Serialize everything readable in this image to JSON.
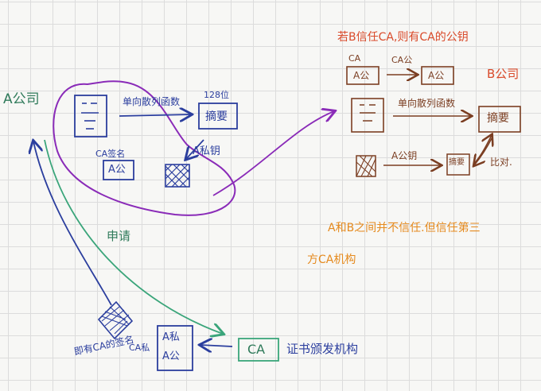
{
  "colors": {
    "blue": "#2b3e9e",
    "purple": "#8a2bb8",
    "green": "#3aa57a",
    "brown": "#7b3e22",
    "red": "#d94a2a",
    "orange": "#e58a1e"
  },
  "left": {
    "company_a": "A公司",
    "hash_function": "单向散列函数",
    "bits_128": "128位",
    "digest": "摘要",
    "ca_signature": "CA签名",
    "a_pub": "A公",
    "a_private_key": "A私钥",
    "apply": "申请",
    "ca_box": "CA",
    "ca_authority": "证书颁发机构",
    "cert_a_private": "A私",
    "cert_a_public": "A公",
    "ca_private": "CA私",
    "ca_sign_note": "即有CA的签名"
  },
  "right": {
    "title": "若B信任CA,则有CA的公钥",
    "ca_label": "CA",
    "ca_pub_arrow": "CA公",
    "box_a_pub_1": "A公",
    "box_a_pub_2": "A公",
    "company_b": "B公司",
    "hash_function": "单向散列函数",
    "digest": "摘要",
    "a_pub_key": "A公钥",
    "digest_small": "摘要",
    "compare": "比对."
  },
  "note": {
    "line1": "A和B之间并不信任.但信任第三",
    "line2": "方CA机构"
  }
}
